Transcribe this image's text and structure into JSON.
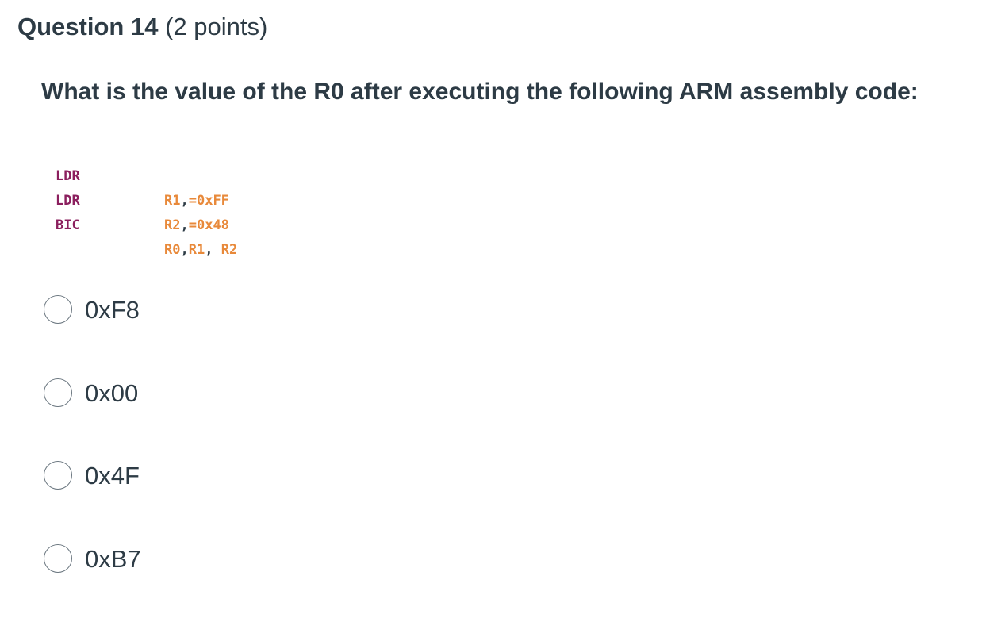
{
  "question": {
    "title": "Question 14",
    "points": "(2 points)",
    "text": "What is the value of the R0 after executing the following ARM assembly code:"
  },
  "code": [
    {
      "op": "LDR",
      "arg1": "R1",
      "sep": ",",
      "arg2": "=0xFF",
      "sep2": "",
      "arg3": ""
    },
    {
      "op": "LDR",
      "arg1": "R2",
      "sep": ",",
      "arg2": "=0x48",
      "sep2": "",
      "arg3": ""
    },
    {
      "op": "BIC",
      "arg1": "R0",
      "sep": ",",
      "arg2": "R1",
      "sep2": ", ",
      "arg3": "R2"
    }
  ],
  "options": [
    {
      "label": "0xF8"
    },
    {
      "label": "0x00"
    },
    {
      "label": "0x4F"
    },
    {
      "label": "0xB7"
    }
  ],
  "colors": {
    "text": "#2d3b45",
    "mnemonic": "#8b1f5e",
    "operand": "#e8893a",
    "radio_border": "#6b7780"
  }
}
